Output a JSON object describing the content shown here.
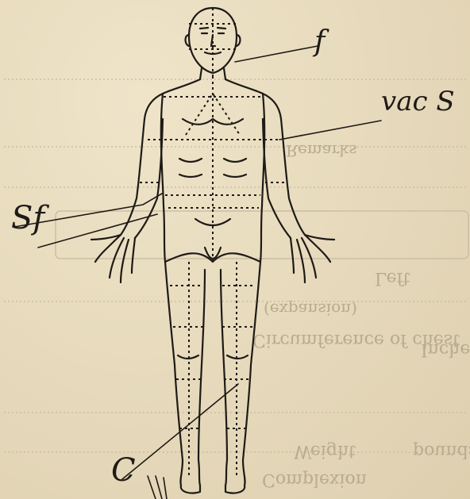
{
  "document": {
    "annotations": {
      "mark_head": "f",
      "mark_arm": "vac S",
      "mark_hand": "Sf",
      "mark_leg": "C"
    },
    "bleed_through": [
      "Complexion",
      "Weight",
      "pounds",
      "Inches",
      "Circumference of chest",
      "(expansion)",
      "Left",
      "Remarks"
    ]
  },
  "colors": {
    "paper": "#e8dcc0",
    "ink": "#1e1a16",
    "bleed": "#b7ab90"
  }
}
